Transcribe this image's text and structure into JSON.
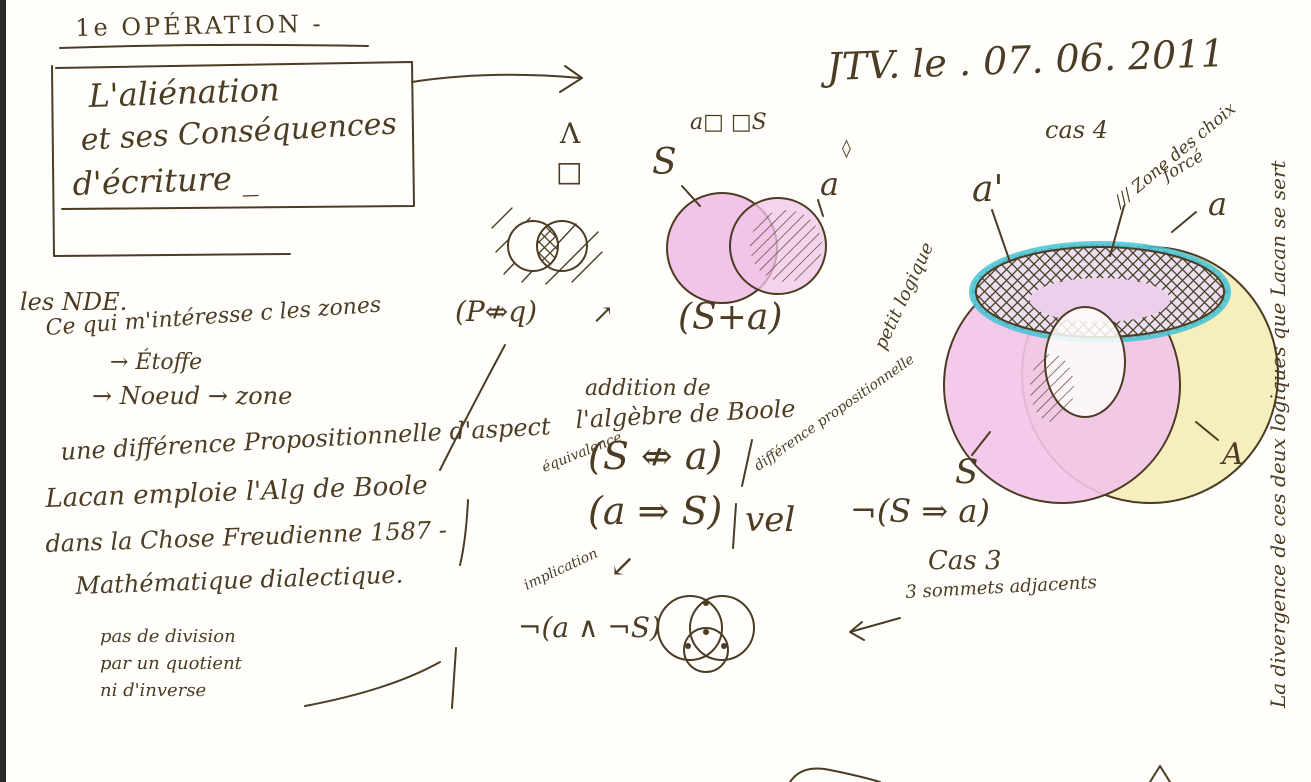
{
  "colors": {
    "paper": "#fffefb",
    "ink": "#4b3c23",
    "pink": "#f2c4e8",
    "yellow": "#f6efbd",
    "cyan": "#45c3d3",
    "lavender": "#e9dff0",
    "edge": "#2a2a2a"
  },
  "header": {
    "title": "1e OPÉRATION -",
    "date": "JTV. le . 07. 06. 2011"
  },
  "box": {
    "line1": "L'aliénation",
    "line2": "et ses Conséquences",
    "line3": "d'écriture _"
  },
  "notes_left": {
    "heading": "les NDE.",
    "interest": "Ce qui m'intéresse c les zones",
    "item1": "→ Étoffe",
    "item2": "→ Noeud → zone"
  },
  "symbols": {
    "upper": "Λ",
    "lower": "□"
  },
  "hatched_diagram": {
    "formula": "(P⇎q)",
    "arrow": "↗"
  },
  "venn_sum": {
    "label_s": "S",
    "label_top": "a□ □S",
    "label_a": "a",
    "punch": "◊",
    "formula": "(S+a)",
    "side_note": "petit logique"
  },
  "boole": {
    "line1": "addition de",
    "line2": "l'algèbre de Boole"
  },
  "formulas": {
    "equiv_label": "équivalence",
    "equiv": "(S ⇎ a)",
    "diff_label": "différence propositionnelle",
    "impl_label": "implication",
    "impl": "(a ⇒ S)",
    "vel": "vel",
    "neg_impl": "¬(S ⇒ a)",
    "case3": "Cas 3",
    "case3_note": "3 sommets adjacents",
    "impl_arrow": "↙",
    "neg_and": "¬(a ∧ ¬S)"
  },
  "notes_bottom": {
    "line1": "une différence Propositionnelle d'aspect",
    "line2": "Lacan emploie l'Alg de Boole",
    "line3": "dans la Chose Freudienne 1587 -",
    "line4": "Mathématique dialectique.",
    "note1": "pas de division",
    "note2": "par un quotient",
    "note3": "ni d'inverse"
  },
  "right_diagram": {
    "case": "cas 4",
    "zone_label": "/// Zone des choix",
    "zone_label2": "forcé",
    "a_prime": "a'",
    "a": "a",
    "s": "S",
    "big_a": "A"
  },
  "vertical_note": "La divergence de ces deux logiques que Lacan se sert"
}
